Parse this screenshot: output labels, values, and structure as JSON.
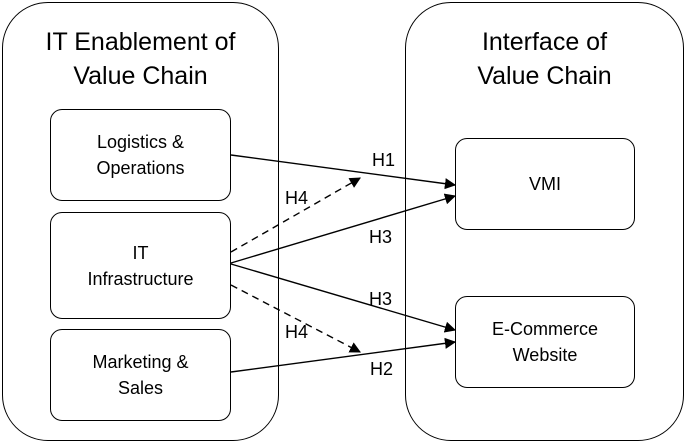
{
  "left_panel": {
    "title_line1": "IT Enablement of",
    "title_line2": "Value Chain",
    "boxes": {
      "logistics": {
        "line1": "Logistics &",
        "line2": "Operations"
      },
      "it_infrastructure": {
        "line1": "IT",
        "line2": "Infrastructure"
      },
      "marketing": {
        "line1": "Marketing &",
        "line2": "Sales"
      }
    }
  },
  "right_panel": {
    "title_line1": "Interface of",
    "title_line2": "Value Chain",
    "boxes": {
      "vmi": {
        "line1": "VMI"
      },
      "ecommerce": {
        "line1": "E-Commerce",
        "line2": "Website"
      }
    }
  },
  "hypotheses": {
    "h1": "H1",
    "h4_upper": "H4",
    "h3_upper": "H3",
    "h3_lower": "H3",
    "h4_lower": "H4",
    "h2": "H2"
  },
  "colors": {
    "line": "#000000",
    "background": "#ffffff"
  }
}
